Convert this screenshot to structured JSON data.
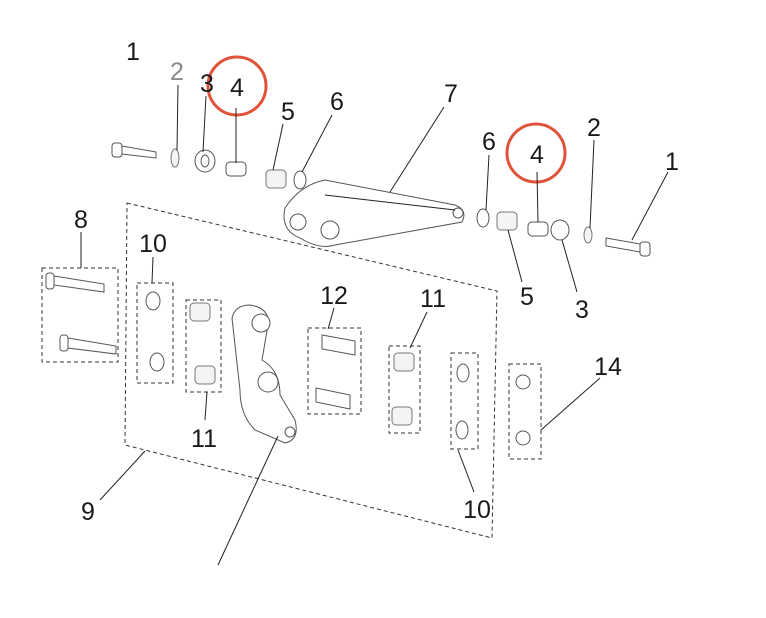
{
  "diagram": {
    "callouts": {
      "top_left": {
        "p1": "1",
        "p2": "2",
        "p3": "3",
        "p4": "4",
        "p5": "5",
        "p6": "6",
        "p7": "7"
      },
      "top_right": {
        "p6": "6",
        "p4": "4",
        "p2": "2",
        "p1": "1",
        "p5": "5",
        "p3": "3"
      },
      "lower": {
        "p8": "8",
        "p10a": "10",
        "p11a": "11",
        "p12": "12",
        "p11b": "11",
        "p14": "14",
        "p9": "9",
        "p10b": "10"
      }
    },
    "highlight_color": "#e0533a"
  }
}
